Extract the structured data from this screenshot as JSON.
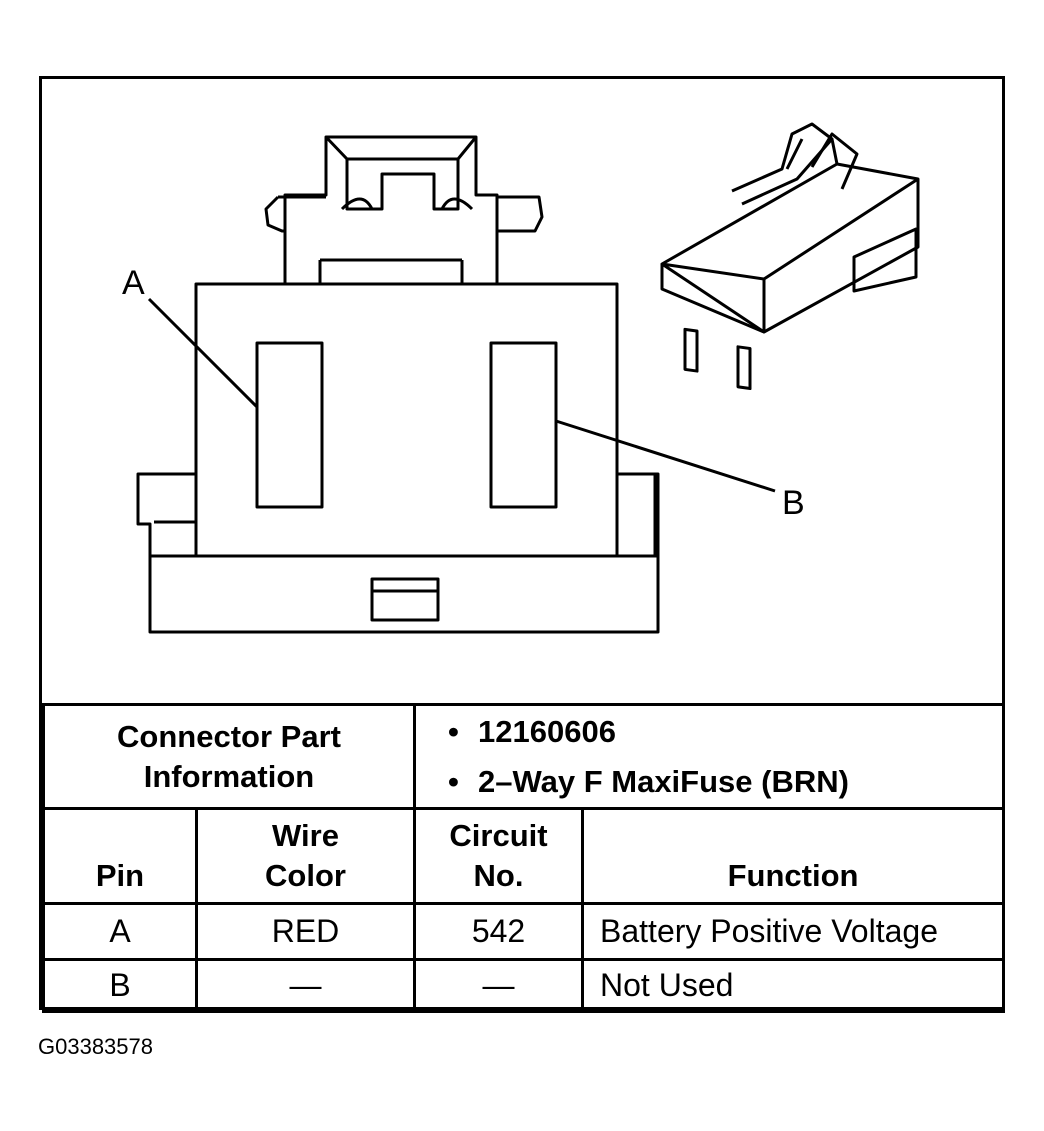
{
  "diagram": {
    "callouts": {
      "a": "A",
      "b": "B"
    }
  },
  "connector_part": {
    "label_line1": "Connector Part",
    "label_line2": "Information",
    "part_number": "12160606",
    "description": "2–Way F MaxiFuse (BRN)"
  },
  "pin_table": {
    "headers": {
      "pin": "Pin",
      "wire_color_line1": "Wire",
      "wire_color_line2": "Color",
      "circuit_line1": "Circuit",
      "circuit_line2": "No.",
      "function": "Function"
    },
    "rows": [
      {
        "pin": "A",
        "wire_color": "RED",
        "circuit": "542",
        "function": "Battery Positive Voltage"
      },
      {
        "pin": "B",
        "wire_color": "—",
        "circuit": "—",
        "function": "Not Used"
      }
    ]
  },
  "figure_id": "G03383578"
}
